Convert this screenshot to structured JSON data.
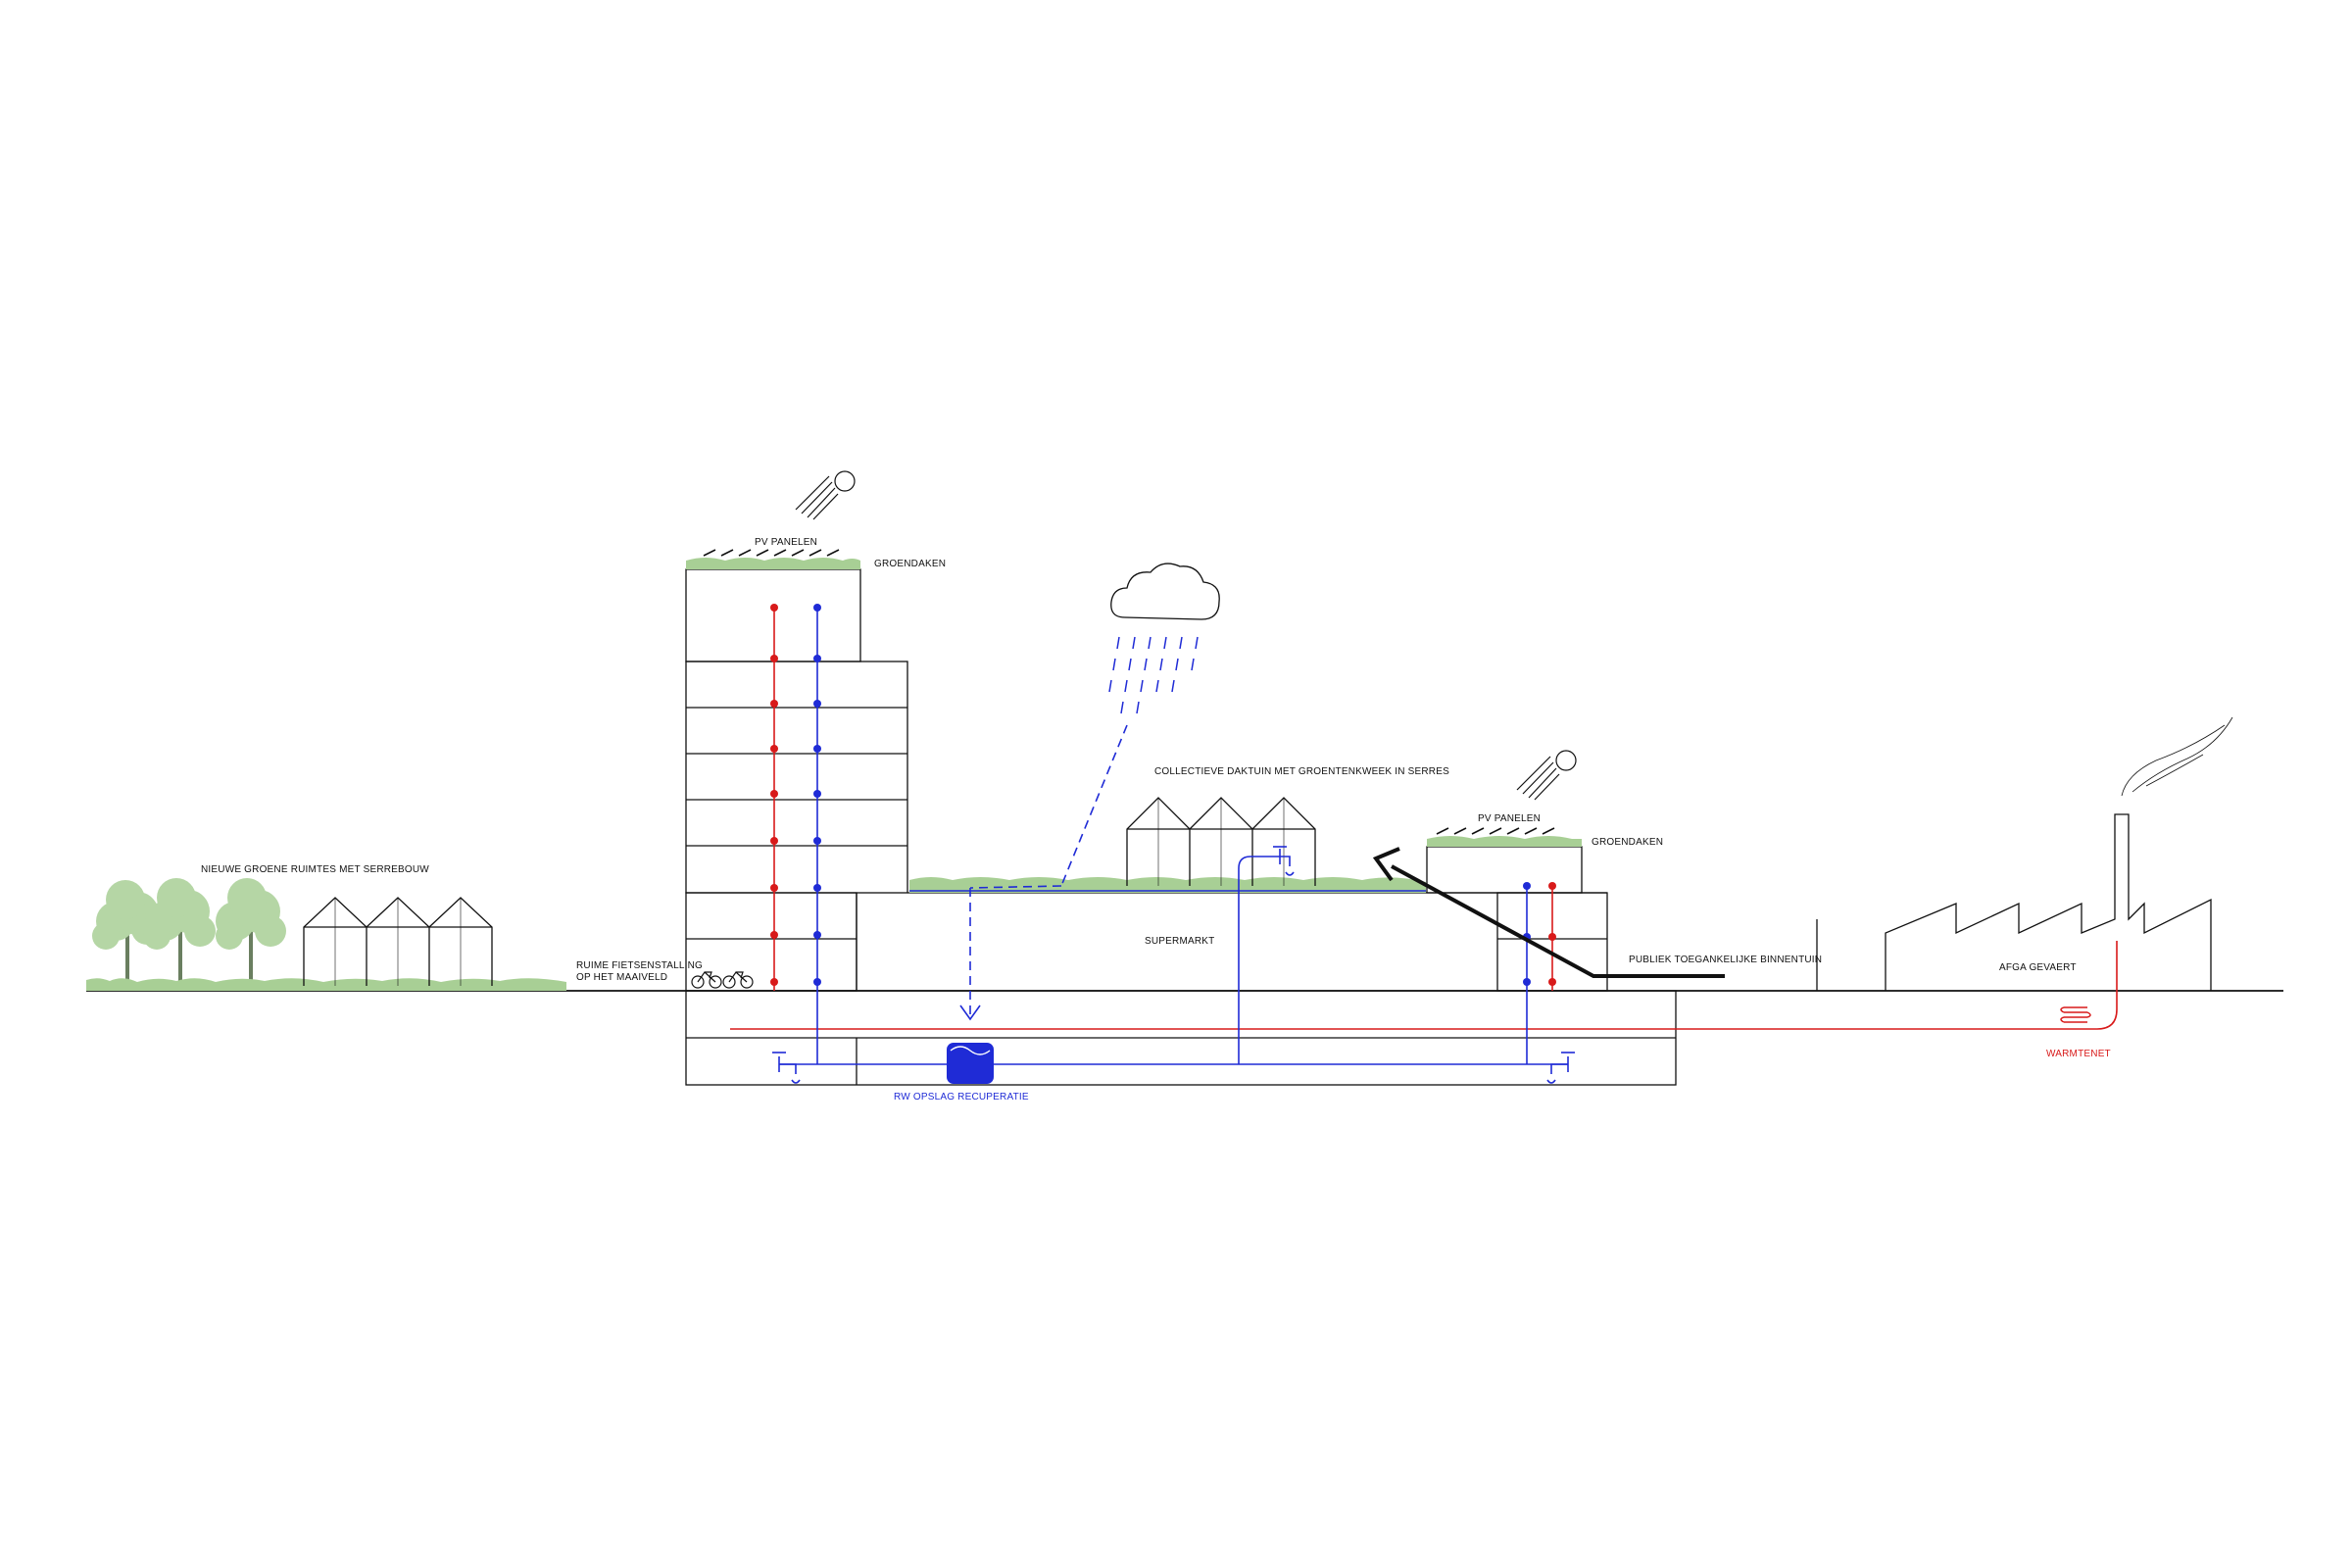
{
  "labels": {
    "pv_panels_tower": "PV PANELEN",
    "green_roof_tower": "GROENDAKEN",
    "collective_roof_garden": "COLLECTIEVE DAKTUIN MET GROENTENKWEEK IN SERRES",
    "pv_panels_small": "PV PANELEN",
    "green_roof_small": "GROENDAKEN",
    "new_green_spaces": "NIEUWE GROENE RUIMTES MET SERREBOUW",
    "bike_parking_line1": "RUIME FIETSENSTALLING",
    "bike_parking_line2": "OP HET MAAIVELD",
    "supermarket": "SUPERMARKT",
    "public_garden": "PUBLIEK TOEGANKELIJKE BINNENTUIN",
    "afga": "AFGA GEVAERT",
    "rainwater_storage": "RW OPSLAG RECUPERATIE",
    "heat_network": "WARMTENET"
  },
  "colors": {
    "hot_water": "#d81a1a",
    "cold_water": "#1f2bd6",
    "greenery": "#a8cf95",
    "tree": "#b5d6a5",
    "outline": "#111111"
  },
  "icons": {
    "sun": "sun-icon",
    "cloud": "rain-cloud-icon",
    "bicycle": "bicycle-icon",
    "tap": "water-tap-icon",
    "tank": "rainwater-tank-icon",
    "factory": "factory-icon",
    "heat_coil": "heat-exchanger-icon"
  }
}
